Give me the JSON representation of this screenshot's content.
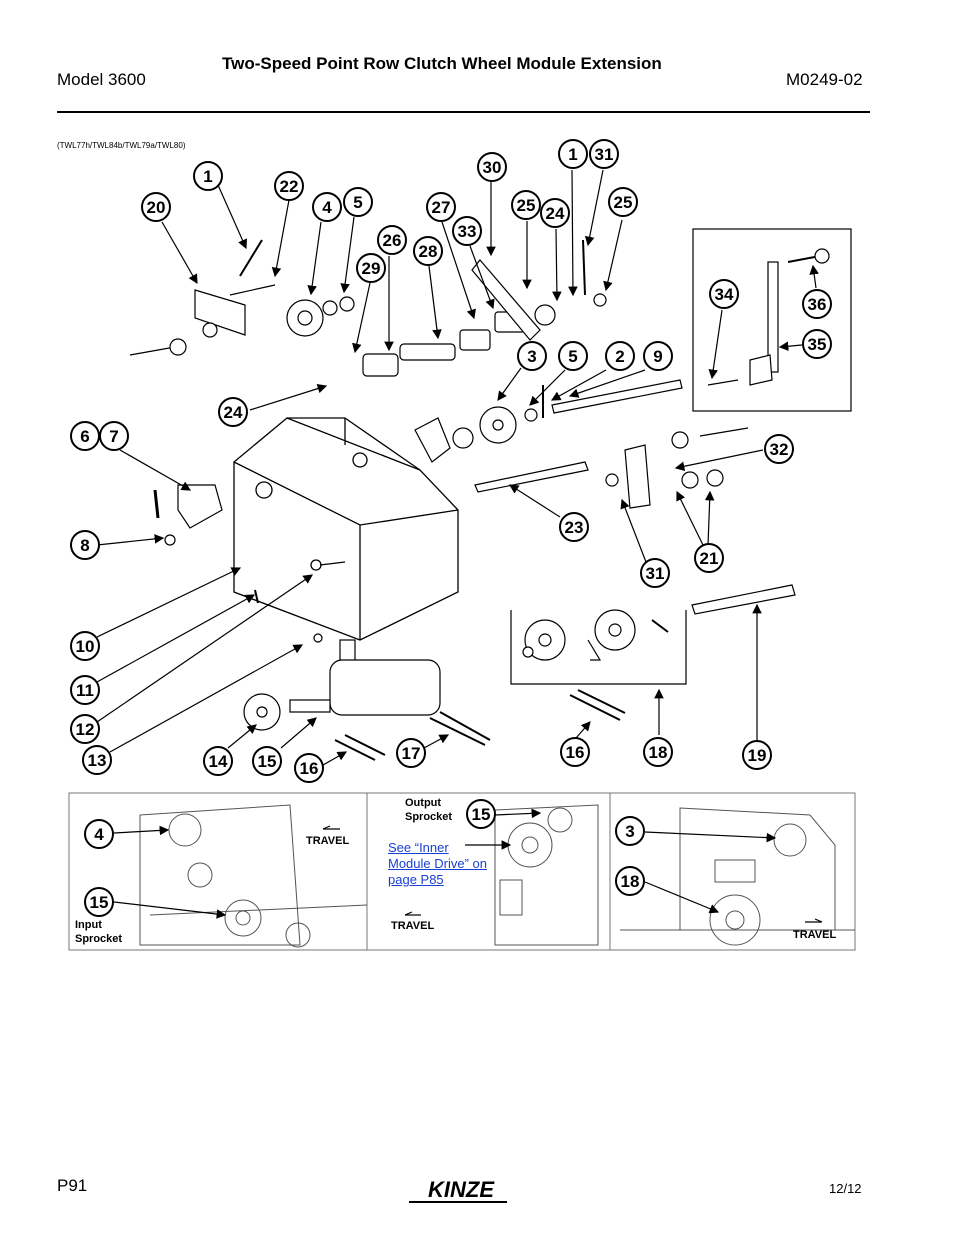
{
  "header": {
    "title": "Two-Speed Point Row Clutch Wheel Module Extension",
    "model": "Model 3600",
    "doc_number": "M0249-02"
  },
  "figure_code": "(TWL77h/TWL84b/TWL79a/TWL80)",
  "callouts": [
    "1",
    "22",
    "20",
    "4",
    "5",
    "26",
    "29",
    "28",
    "27",
    "33",
    "30",
    "25",
    "24",
    "1",
    "31",
    "25",
    "34",
    "36",
    "35",
    "24",
    "3",
    "5",
    "2",
    "9",
    "6",
    "7",
    "32",
    "8",
    "23",
    "31",
    "21",
    "10",
    "11",
    "12",
    "13",
    "14",
    "15",
    "16",
    "17",
    "16",
    "18",
    "19"
  ],
  "detail_panels": {
    "left": {
      "callouts": [
        "4",
        "15"
      ],
      "travel": "TRAVEL",
      "input_sprocket": "Input\nSprocket"
    },
    "middle": {
      "callouts": [
        "15"
      ],
      "output_sprocket": "Output\nSprocket",
      "see_link": "See “Inner Module Drive” on page P85",
      "travel": "TRAVEL"
    },
    "right": {
      "callouts": [
        "3",
        "18"
      ],
      "travel": "TRAVEL"
    }
  },
  "footer": {
    "page": "P91",
    "date": "12/12",
    "logo": "KINZE"
  }
}
